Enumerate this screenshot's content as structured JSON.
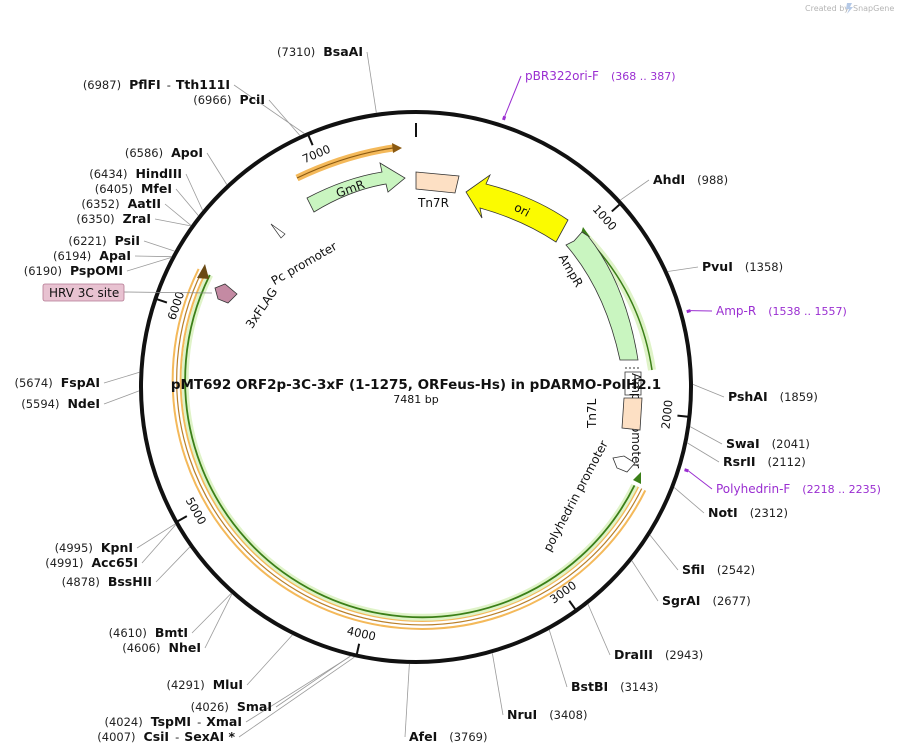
{
  "app": {
    "credit": "Created by",
    "brand": "SnapGene"
  },
  "plasmid": {
    "name": "pMT692 ORF2p-3C-3xF (1-1275, ORFeus-Hs) in pDARMO-PolH2.1",
    "length_label": "7481 bp",
    "length": 7481
  },
  "ticks": [
    {
      "value": 1000,
      "label": "1000"
    },
    {
      "value": 2000,
      "label": "2000"
    },
    {
      "value": 3000,
      "label": "3000"
    },
    {
      "value": 4000,
      "label": "4000"
    },
    {
      "value": 5000,
      "label": "5000"
    },
    {
      "value": 6000,
      "label": "6000"
    },
    {
      "value": 7000,
      "label": "7000"
    }
  ],
  "enzymes": [
    {
      "name": "BsaAI",
      "pos": "(7310)"
    },
    {
      "name": "PflFI",
      "pos": "(6987)",
      "dash": "-",
      "name2": "Tth111I"
    },
    {
      "name": "PciI",
      "pos": "(6966)"
    },
    {
      "name": "ApoI",
      "pos": "(6586)"
    },
    {
      "name": "HindIII",
      "pos": "(6434)"
    },
    {
      "name": "MfeI",
      "pos": "(6405)"
    },
    {
      "name": "AatII",
      "pos": "(6352)"
    },
    {
      "name": "ZraI",
      "pos": "(6350)"
    },
    {
      "name": "PsiI",
      "pos": "(6221)"
    },
    {
      "name": "ApaI",
      "pos": "(6194)"
    },
    {
      "name": "PspOMI",
      "pos": "(6190)"
    },
    {
      "name": "FspAI",
      "pos": "(5674)"
    },
    {
      "name": "NdeI",
      "pos": "(5594)"
    },
    {
      "name": "KpnI",
      "pos": "(4995)"
    },
    {
      "name": "Acc65I",
      "pos": "(4991)"
    },
    {
      "name": "BssHII",
      "pos": "(4878)"
    },
    {
      "name": "BmtI",
      "pos": "(4610)"
    },
    {
      "name": "NheI",
      "pos": "(4606)"
    },
    {
      "name": "MluI",
      "pos": "(4291)"
    },
    {
      "name": "SmaI",
      "pos": "(4026)"
    },
    {
      "name": "TspMI",
      "pos": "(4024)",
      "dash": "-",
      "name2": "XmaI"
    },
    {
      "name": "CsiI",
      "pos": "(4007)",
      "dash": "-",
      "name2": "SexAI *"
    },
    {
      "name": "AfeI",
      "pos": "(3769)"
    },
    {
      "name": "NruI",
      "pos": "(3408)"
    },
    {
      "name": "BstBI",
      "pos": "(3143)"
    },
    {
      "name": "DraIII",
      "pos": "(2943)"
    },
    {
      "name": "SgrAI",
      "pos": "(2677)"
    },
    {
      "name": "SfiI",
      "pos": "(2542)"
    },
    {
      "name": "NotI",
      "pos": "(2312)"
    },
    {
      "name": "RsrII",
      "pos": "(2112)"
    },
    {
      "name": "SwaI",
      "pos": "(2041)"
    },
    {
      "name": "PshAI",
      "pos": "(1859)"
    },
    {
      "name": "PvuI",
      "pos": "(1358)"
    },
    {
      "name": "AhdI",
      "pos": "(988)"
    }
  ],
  "primers": [
    {
      "name": "pBR322ori-F",
      "range": "(368 .. 387)"
    },
    {
      "name": "Amp-R",
      "range": "(1538 .. 1557)"
    },
    {
      "name": "Polyhedrin-F",
      "range": "(2218 .. 2235)"
    }
  ],
  "features": [
    {
      "label": "GmR",
      "color": "#c9f5c0"
    },
    {
      "label": "Tn7R",
      "color": "#fde0c4"
    },
    {
      "label": "ori",
      "color": "#fbfb00"
    },
    {
      "label": "AmpR",
      "color": "#c9f5c0"
    },
    {
      "label": "AmpR promoter",
      "color": "#ffffff"
    },
    {
      "label": "Tn7L",
      "color": "#fde0c4"
    },
    {
      "label": "polyhedrin promoter",
      "color": "#ffffff"
    },
    {
      "label": "Pc promoter",
      "color": "#ffffff"
    },
    {
      "label": "3xFLAG",
      "color": "#c48aa3"
    },
    {
      "label": "HRV 3C site",
      "color": "#e8c2d1"
    }
  ],
  "colors": {
    "orf_outer": "#f4b95a",
    "orf_inner": "#3b7f18",
    "orf_fill": "#dff3c8",
    "primer": "#9a2ed1",
    "backbone": "#111111"
  }
}
